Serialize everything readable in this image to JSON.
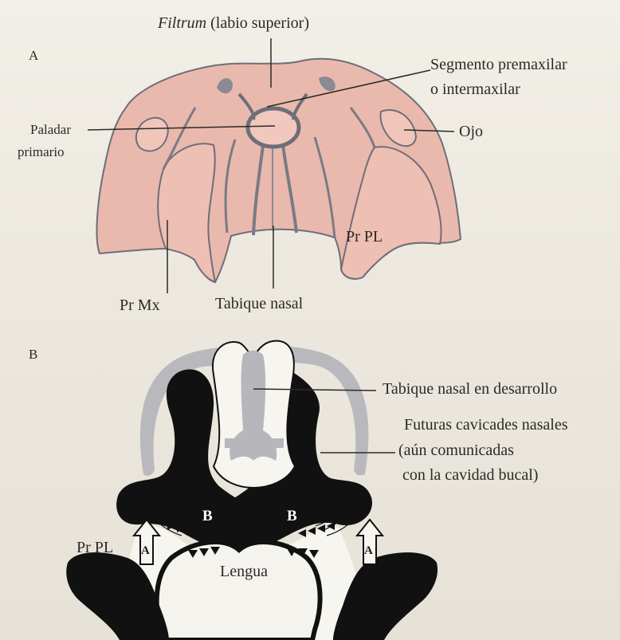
{
  "figure": {
    "panel_a": {
      "letter": "A",
      "filtrum_italic": "Filtrum",
      "filtrum_rest": "(labio superior)",
      "segmento_line1": "Segmento premaxilar",
      "segmento_line2": "o intermaxilar",
      "paladar_line1": "Paladar",
      "paladar_line2": "primario",
      "ojo": "Ojo",
      "pr_pl": "Pr PL",
      "pr_mx": "Pr Mx",
      "tabique": "Tabique nasal"
    },
    "panel_b": {
      "letter": "B",
      "tabique_desarrollo": "Tabique nasal en desarrollo",
      "futuras_line1": "Futuras cavicades nasales",
      "futuras_line2": "(aún comunicadas",
      "futuras_line3": "con la cavidad bucal)",
      "pr_pl": "Pr PL",
      "lengua": "Lengua",
      "arrow_a": "A",
      "arrow_b": "B"
    }
  },
  "colors": {
    "tissue_pink": "#eab9ad",
    "tissue_outline": "#6e6e78",
    "black_cavity": "#111111",
    "gray_septum": "#b7b7bb"
  }
}
